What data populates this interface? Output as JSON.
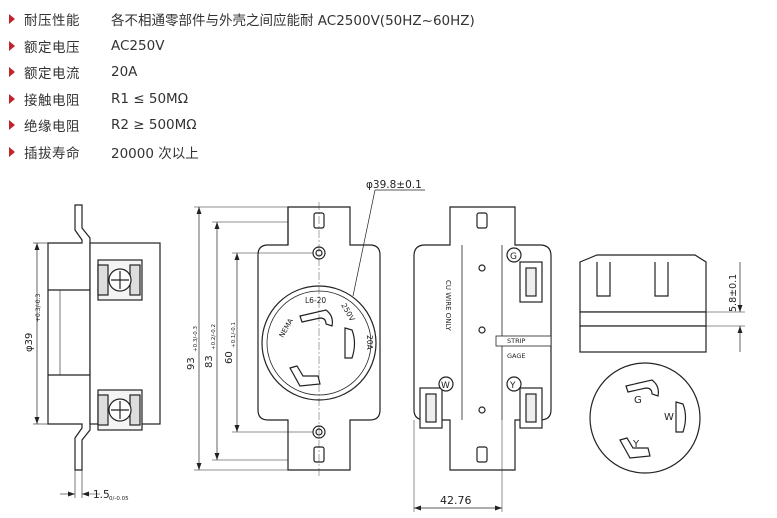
{
  "specs": [
    {
      "label": "耐压性能",
      "value": "各不相通零部件与外壳之间应能耐 AC2500V(50HZ~60HZ)"
    },
    {
      "label": "额定电压",
      "value": "AC250V"
    },
    {
      "label": "额定电流",
      "value": "20A"
    },
    {
      "label": "接触电阻",
      "value": "R1 ≤ 50MΩ"
    },
    {
      "label": "绝缘电阻",
      "value": "R2 ≥ 500MΩ"
    },
    {
      "label": "插拔寿命",
      "value": "20000 次以上"
    }
  ],
  "dimensions": {
    "width_left": "1.5",
    "width_left_tol": "0/-0.05",
    "dia39": "φ39",
    "dia39_tol": "+0.3/-0.3",
    "h93": "93",
    "h93_tol": "+0.3/-0.3",
    "h83": "83",
    "h83_tol": "+0.2/-0.2",
    "h60": "60",
    "h60_tol": "+0.1/-0.1",
    "dia_face": "φ39.8±0.1",
    "width_back": "42.76",
    "depth_side": "5.8±0.1"
  },
  "labels": {
    "nema": "NEMA",
    "l6_20": "L6-20",
    "v250": "250V",
    "a20": "20A",
    "cu_wire": "CU WIRE ONLY",
    "strip": "STRIP",
    "gage": "GAGE",
    "g_back": "G",
    "w_back": "W",
    "y_back": "Y",
    "g_face": "G",
    "w_face": "W",
    "y_face": "Y"
  }
}
